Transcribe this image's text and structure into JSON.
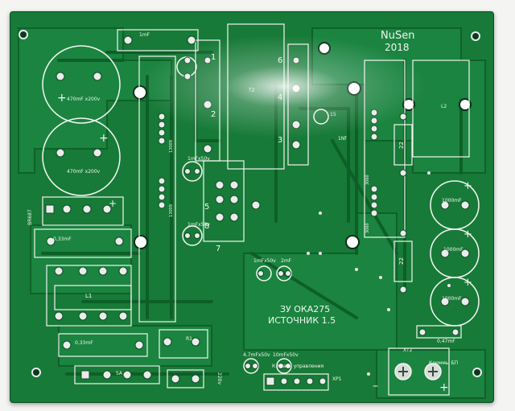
{
  "brand": {
    "name": "NuSen",
    "year": "2018"
  },
  "title": {
    "line1": "ЗУ ОКА275",
    "line2": "ИСТОЧНИК 1.5"
  },
  "labels": {
    "cap_top": "1mF",
    "cap_470_a": "470mF x200v",
    "cap_470_b": "470mF x200v",
    "br": "BR687",
    "cap_033_a": "0,33mF",
    "cap_033_b": "0,33mF",
    "l1": "L1",
    "r1": "R1",
    "fuse": "5A",
    "v220": "220v",
    "t2": "T2",
    "pins": [
      "1",
      "2",
      "3",
      "4",
      "5",
      "6",
      "7",
      "8"
    ],
    "cap_1mf50_a": "1mFx50v",
    "cap_1mf50_b": "1mFx50v",
    "cap_1mf50_c": "1mFx50v",
    "cap_2mf": "2mF",
    "cap_47mf": "4,7mFx50v",
    "cap_10mf": "10mFx50v",
    "control_board": "К плате управления",
    "xp1": "XP1",
    "xt2": "XT2",
    "clamps": "Клеммы БП",
    "cap_047": "0,47mF",
    "l2": "L2",
    "cap_1000_a": "1000mF",
    "cap_1000_b": "1000mF",
    "cap_1000_c": "1000mF",
    "r22_a": "22",
    "r22_b": "22",
    "ic_a": "13009",
    "ic_b": "13009",
    "ic_c": "3060",
    "ic_d": "3060",
    "d15": "15",
    "cap_1nf": "1Nf",
    "plus": "+",
    "minus": "–"
  },
  "colors": {
    "board": "#177a38",
    "trace": "#0f6a2c",
    "copper_fill": "#1c8a40",
    "silkscreen": "#f3f6f1",
    "pad": "#e9ecea",
    "hole": "#0d3a1c"
  }
}
